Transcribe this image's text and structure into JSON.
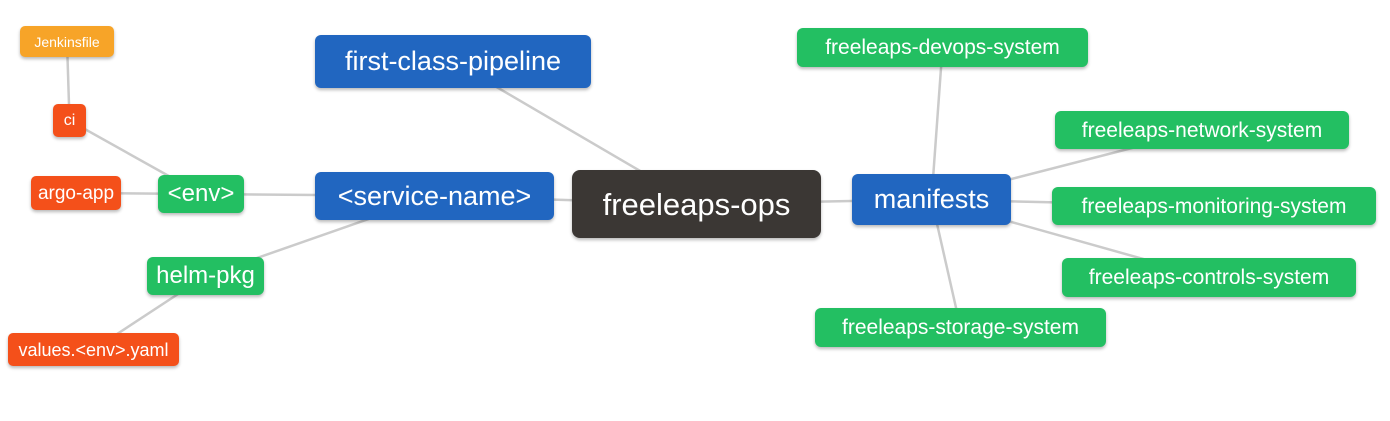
{
  "diagram": {
    "type": "mindmap",
    "root_label": "freeleaps-ops"
  },
  "colors": {
    "blue": "#2166C0",
    "green": "#23BF62",
    "red": "#F4501A",
    "orange": "#F7A428",
    "dark": "#3B3734",
    "edge": "#CBCBCB"
  },
  "nodes": [
    {
      "id": "jenkinsfile",
      "label": "Jenkinsfile",
      "color": "orange"
    },
    {
      "id": "ci",
      "label": "ci",
      "color": "red"
    },
    {
      "id": "argo-app",
      "label": "argo-app",
      "color": "red"
    },
    {
      "id": "env",
      "label": "<env>",
      "color": "green"
    },
    {
      "id": "helm-pkg",
      "label": "helm-pkg",
      "color": "green"
    },
    {
      "id": "values-env-yaml",
      "label": "values.<env>.yaml",
      "color": "red"
    },
    {
      "id": "first-class-pipeline",
      "label": "first-class-pipeline",
      "color": "blue"
    },
    {
      "id": "service-name",
      "label": "<service-name>",
      "color": "blue"
    },
    {
      "id": "freeleaps-ops",
      "label": "freeleaps-ops",
      "color": "dark"
    },
    {
      "id": "manifests",
      "label": "manifests",
      "color": "blue"
    },
    {
      "id": "devops-system",
      "label": "freeleaps-devops-system",
      "color": "green"
    },
    {
      "id": "network-system",
      "label": "freeleaps-network-system",
      "color": "green"
    },
    {
      "id": "monitoring-system",
      "label": "freeleaps-monitoring-system",
      "color": "green"
    },
    {
      "id": "controls-system",
      "label": "freeleaps-controls-system",
      "color": "green"
    },
    {
      "id": "storage-system",
      "label": "freeleaps-storage-system",
      "color": "green"
    }
  ],
  "edges": [
    [
      "jenkinsfile",
      "ci"
    ],
    [
      "ci",
      "env"
    ],
    [
      "argo-app",
      "env"
    ],
    [
      "env",
      "service-name"
    ],
    [
      "service-name",
      "helm-pkg"
    ],
    [
      "helm-pkg",
      "values-env-yaml"
    ],
    [
      "first-class-pipeline",
      "freeleaps-ops"
    ],
    [
      "service-name",
      "freeleaps-ops"
    ],
    [
      "freeleaps-ops",
      "manifests"
    ],
    [
      "manifests",
      "devops-system"
    ],
    [
      "manifests",
      "network-system"
    ],
    [
      "manifests",
      "monitoring-system"
    ],
    [
      "manifests",
      "controls-system"
    ],
    [
      "manifests",
      "storage-system"
    ]
  ]
}
